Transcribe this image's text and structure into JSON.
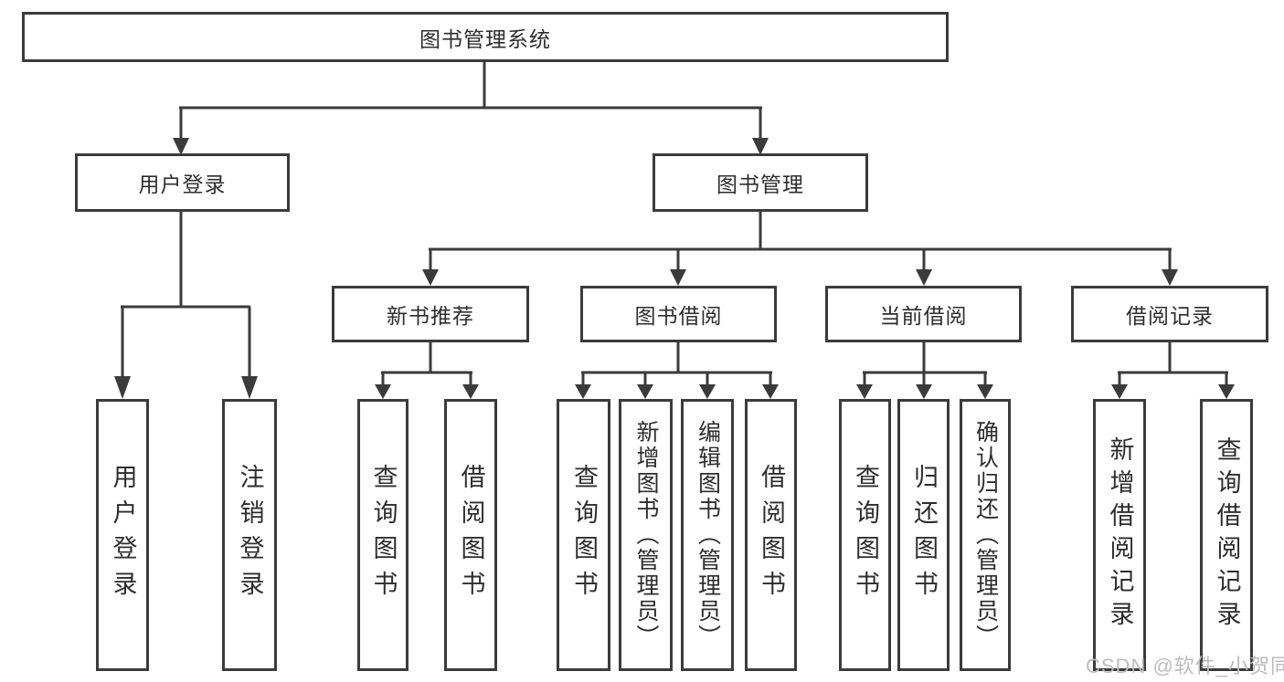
{
  "diagram": {
    "root": {
      "label": "图书管理系统"
    },
    "user_login": {
      "label": "用户登录",
      "children": [
        {
          "label": "用户登录"
        },
        {
          "label": "注销登录"
        }
      ]
    },
    "book_mgmt": {
      "label": "图书管理",
      "sections": [
        {
          "label": "新书推荐",
          "children": [
            {
              "label": "查询图书"
            },
            {
              "label": "借阅图书"
            }
          ]
        },
        {
          "label": "图书借阅",
          "children": [
            {
              "label": "查询图书"
            },
            {
              "label": "新增图书（管理员）"
            },
            {
              "label": "编辑图书（管理员）"
            },
            {
              "label": "借阅图书"
            }
          ]
        },
        {
          "label": "当前借阅",
          "children": [
            {
              "label": "查询图书"
            },
            {
              "label": "归还图书"
            },
            {
              "label": "确认归还（管理员）"
            }
          ]
        },
        {
          "label": "借阅记录",
          "children": [
            {
              "label": "新增借阅记录"
            },
            {
              "label": "查询借阅记录"
            }
          ]
        }
      ]
    },
    "watermark": "CSDN @软件_小贺同学",
    "colors": {
      "line": "#3b3b3b",
      "text": "#2d2d2d",
      "box_background": "#ffffff",
      "watermark": "#bcbcc0"
    }
  }
}
